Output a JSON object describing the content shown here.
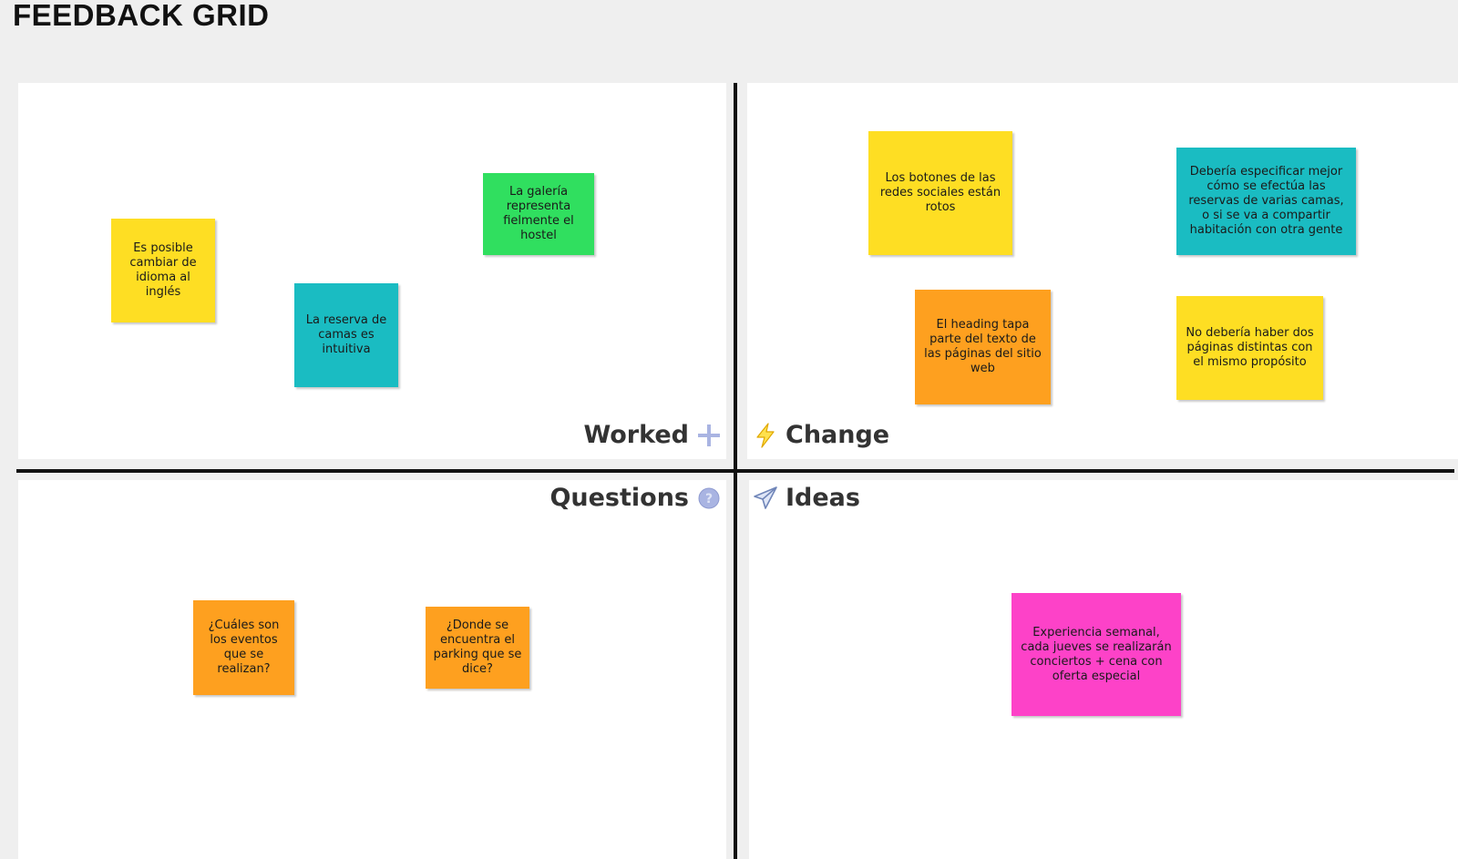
{
  "board": {
    "title": "FEEDBACK GRID"
  },
  "quadrants": {
    "worked": {
      "label": "Worked",
      "icon": "plus-icon",
      "notes": [
        {
          "text": "Es posible cambiar de idioma al inglés",
          "color": "#fede23"
        },
        {
          "text": "La reserva de camas es intuitiva",
          "color": "#1abcc2"
        },
        {
          "text": "La galería representa fielmente el hostel",
          "color": "#30df5f"
        }
      ]
    },
    "change": {
      "label": "Change",
      "icon": "lightning-icon",
      "notes": [
        {
          "text": "Los botones de las redes sociales están rotos",
          "color": "#fede23"
        },
        {
          "text": "Debería especificar mejor cómo se efectúa las reservas de varias camas, o si se va a compartir habitación con otra gente",
          "color": "#1abcc2"
        },
        {
          "text": "El heading tapa parte del texto de las páginas del sitio web",
          "color": "#fea01f"
        },
        {
          "text": "No debería haber dos páginas distintas con el mismo propósito",
          "color": "#fede23"
        }
      ]
    },
    "questions": {
      "label": "Questions",
      "icon": "question-icon",
      "notes": [
        {
          "text": "¿Cuáles son los eventos que se realizan?",
          "color": "#fea01f"
        },
        {
          "text": "¿Donde se encuentra el parking que se dice?",
          "color": "#fea01f"
        }
      ]
    },
    "ideas": {
      "label": "Ideas",
      "icon": "paper-plane-icon",
      "notes": [
        {
          "text": "Experiencia semanal, cada jueves se realizarán conciertos + cena con oferta especial",
          "color": "#fd42c8"
        }
      ]
    }
  }
}
